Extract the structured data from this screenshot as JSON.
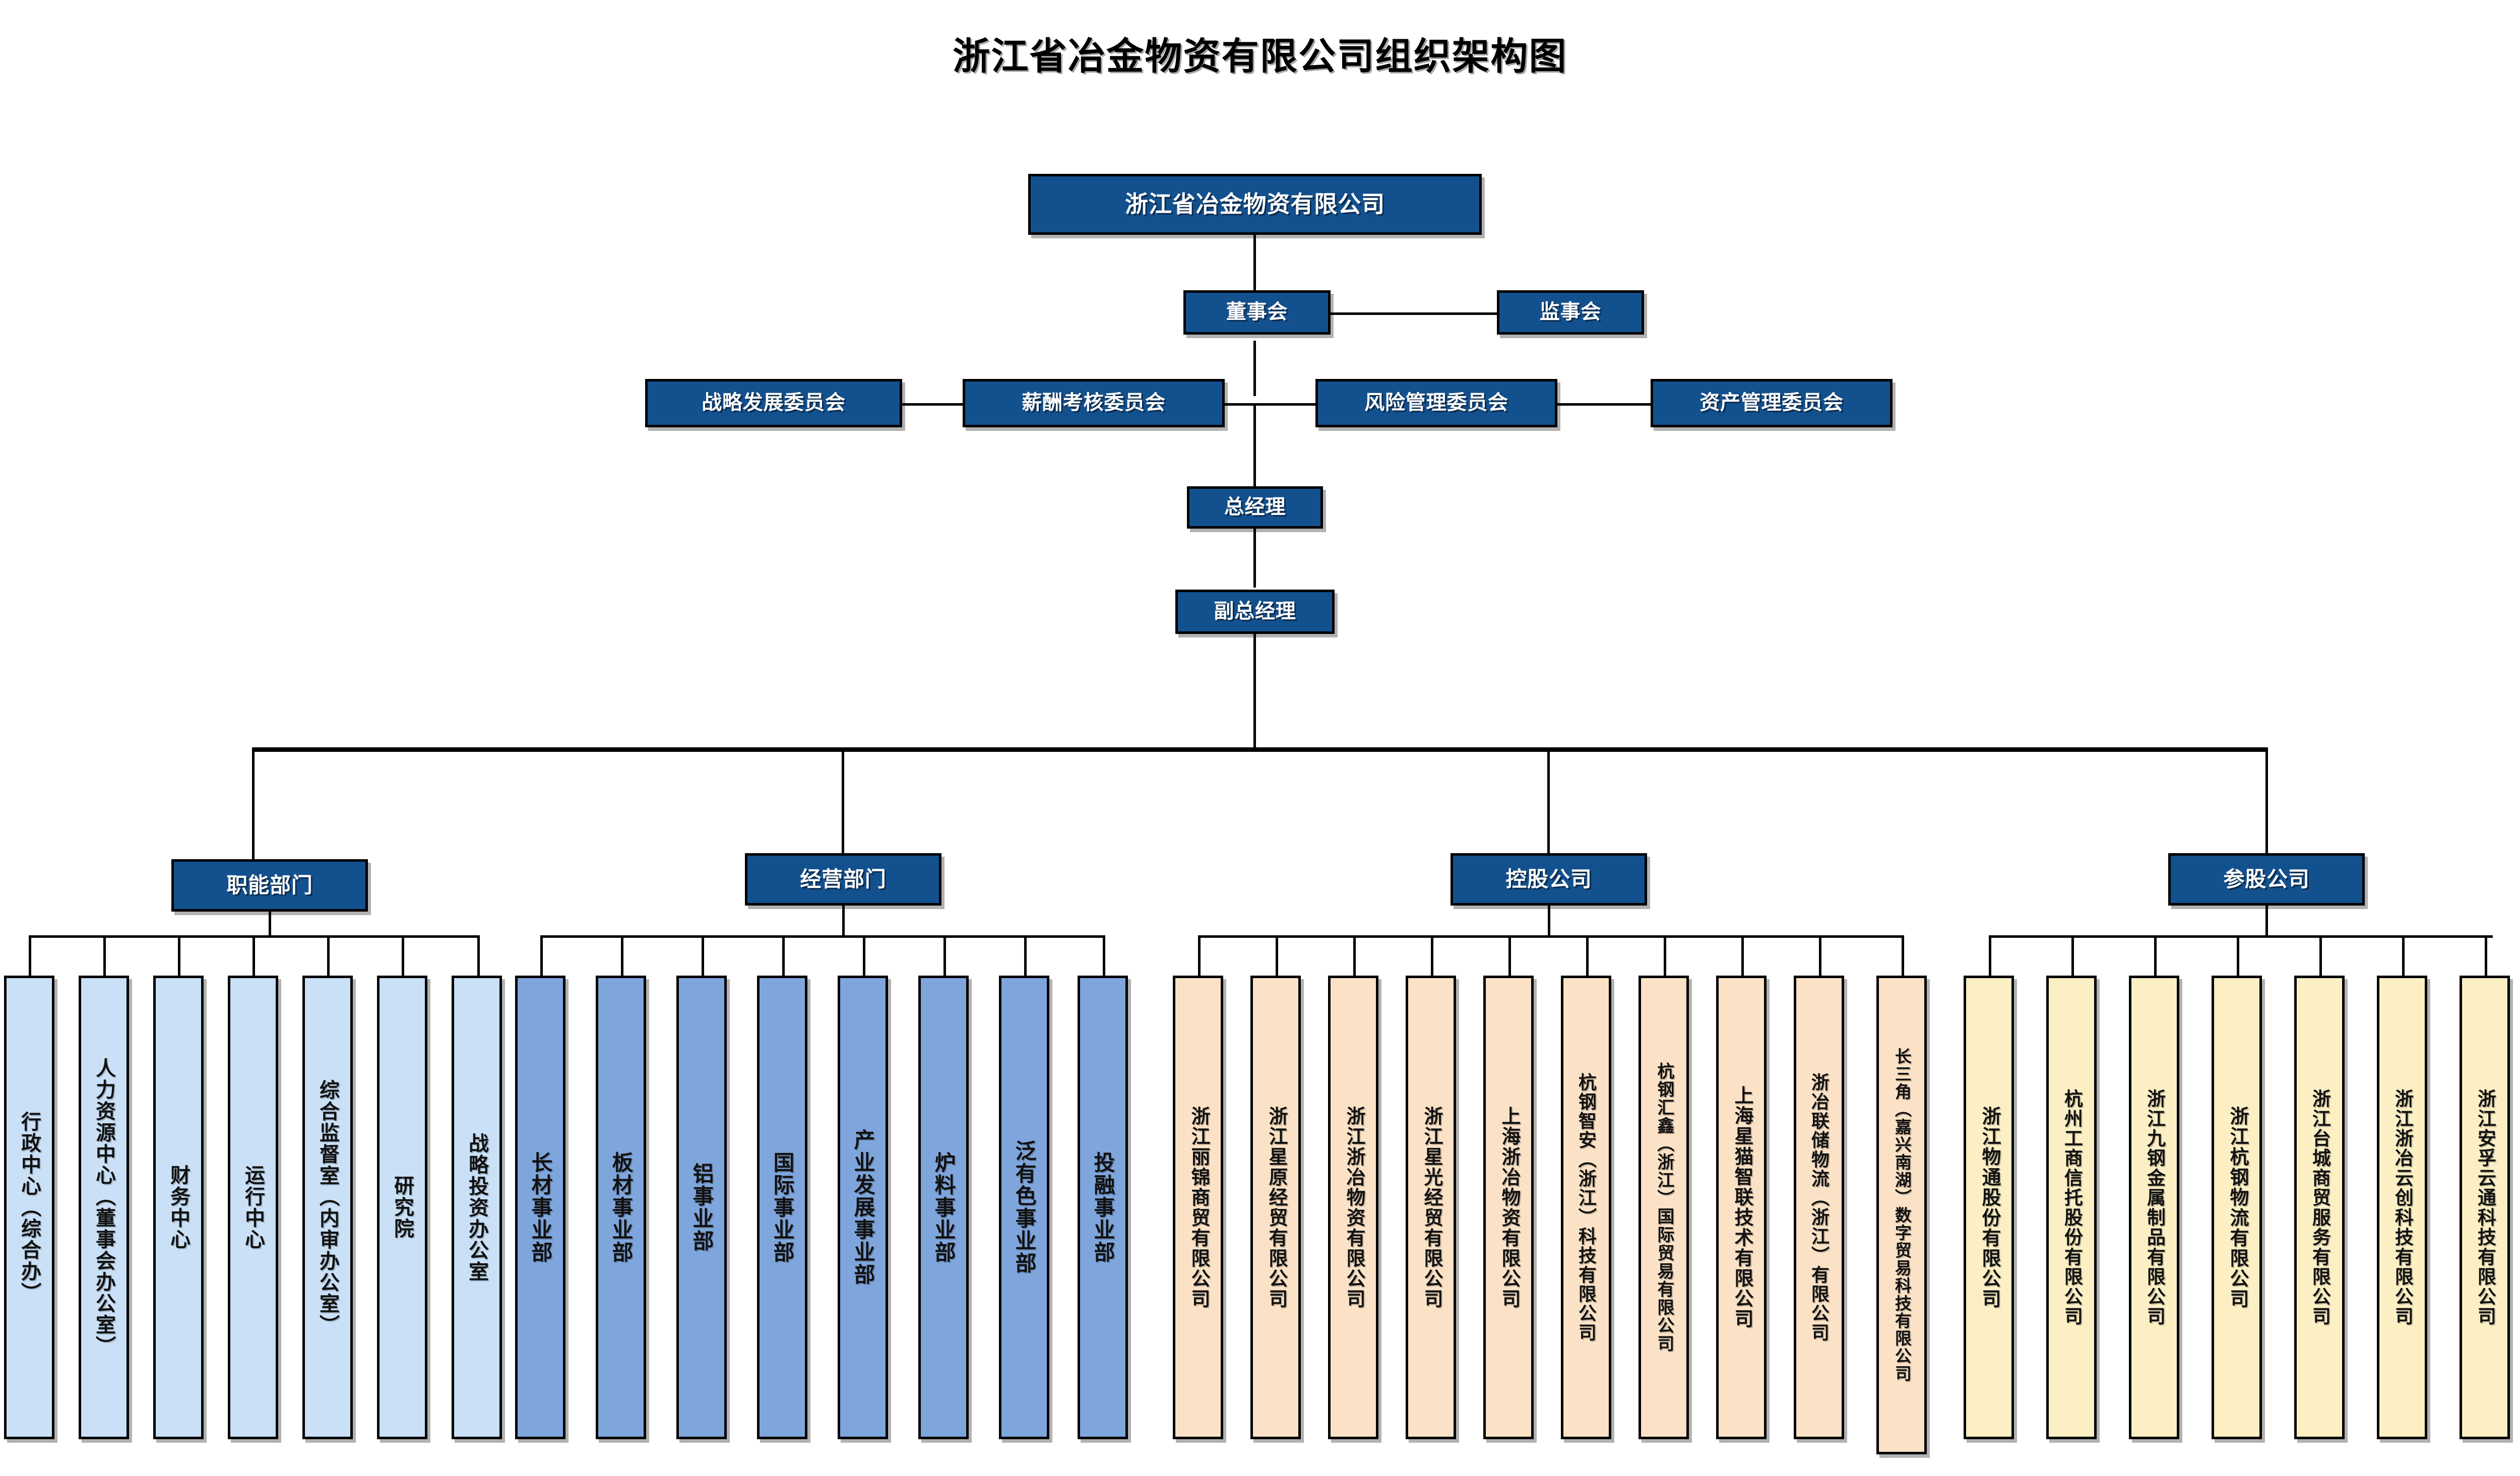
{
  "title": "浙江省冶金物资有限公司组织架构图",
  "root": {
    "label": "浙江省冶金物资有限公司"
  },
  "governance": {
    "board": "董事会",
    "supervisors": "监事会"
  },
  "committees": [
    {
      "label": "战略发展委员会"
    },
    {
      "label": "薪酬考核委员会"
    },
    {
      "label": "风险管理委员会"
    },
    {
      "label": "资产管理委员会"
    }
  ],
  "management": {
    "general_manager": "总经理",
    "deputy_general_manager": "副总经理"
  },
  "groups": [
    {
      "id": "functional",
      "header": "职能部门",
      "tone": "tone-func",
      "items": [
        {
          "label": "行政中心（综合办）"
        },
        {
          "label": "人力资源中心（董事会办公室）"
        },
        {
          "label": "财务中心"
        },
        {
          "label": "运行中心"
        },
        {
          "label": "综合监督室（内审办公室）"
        },
        {
          "label": "研究院"
        },
        {
          "label": "战略投资办公室"
        }
      ]
    },
    {
      "id": "business",
      "header": "经营部门",
      "tone": "tone-biz",
      "items": [
        {
          "label": "长材事业部"
        },
        {
          "label": "板材事业部"
        },
        {
          "label": "铝事业部"
        },
        {
          "label": "国际事业部"
        },
        {
          "label": "产业发展事业部"
        },
        {
          "label": "炉料事业部"
        },
        {
          "label": "泛有色事业部"
        },
        {
          "label": "投融事业部"
        }
      ]
    },
    {
      "id": "holding",
      "header": "控股公司",
      "tone": "tone-hold",
      "items": [
        {
          "label": "浙江丽锦商贸有限公司"
        },
        {
          "label": "浙江星原经贸有限公司"
        },
        {
          "label": "浙江浙冶物资有限公司"
        },
        {
          "label": "浙江星光经贸有限公司"
        },
        {
          "label": "上海浙冶物资有限公司"
        },
        {
          "label": "杭钢智安（浙江）科技有限公司"
        },
        {
          "label": "杭钢汇鑫（浙江）国际贸易有限公司"
        },
        {
          "label": "上海星猫智联技术有限公司"
        },
        {
          "label": "浙冶联储物流（浙江）有限公司"
        },
        {
          "label": "长三角（嘉兴南湖）数字贸易科技有限公司"
        }
      ]
    },
    {
      "id": "participating",
      "header": "参股公司",
      "tone": "tone-part",
      "items": [
        {
          "label": "浙江物通股份有限公司"
        },
        {
          "label": "杭州工商信托股份有限公司"
        },
        {
          "label": "浙江九钢金属制品有限公司"
        },
        {
          "label": "浙江杭钢物流有限公司"
        },
        {
          "label": "浙江台城商贸服务有限公司"
        },
        {
          "label": "浙江浙冶云创科技有限公司"
        },
        {
          "label": "浙江安孚云通科技有限公司"
        }
      ]
    }
  ],
  "colors": {
    "navy": "#13508E",
    "functional": "#C9E0F7",
    "business": "#7FA6DC",
    "holding": "#FBE2C6",
    "participating": "#FCEFC4",
    "line": "#000000"
  }
}
